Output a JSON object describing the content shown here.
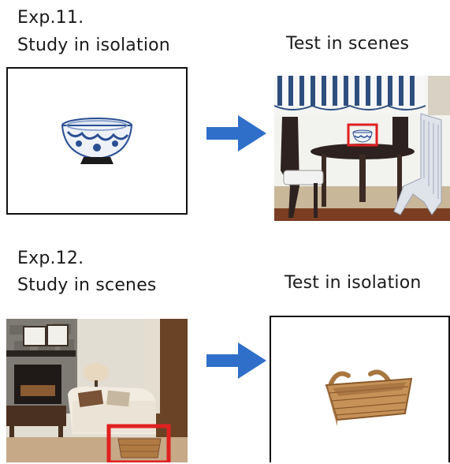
{
  "exp11": {
    "label": "Exp.11.",
    "left_caption": "Study in isolation",
    "right_caption": "Test in scenes",
    "target_object": "bowl",
    "scene": "dining-room"
  },
  "exp12": {
    "label": "Exp.12.",
    "left_caption": "Study in scenes",
    "right_caption": "Test in isolation",
    "target_object": "basket",
    "scene": "living-room"
  },
  "colors": {
    "arrow": "#2f6fc9",
    "highlight": "#e02020",
    "frame": "#111111"
  },
  "icons": [
    "arrow-right-icon",
    "bowl-icon",
    "basket-icon"
  ]
}
